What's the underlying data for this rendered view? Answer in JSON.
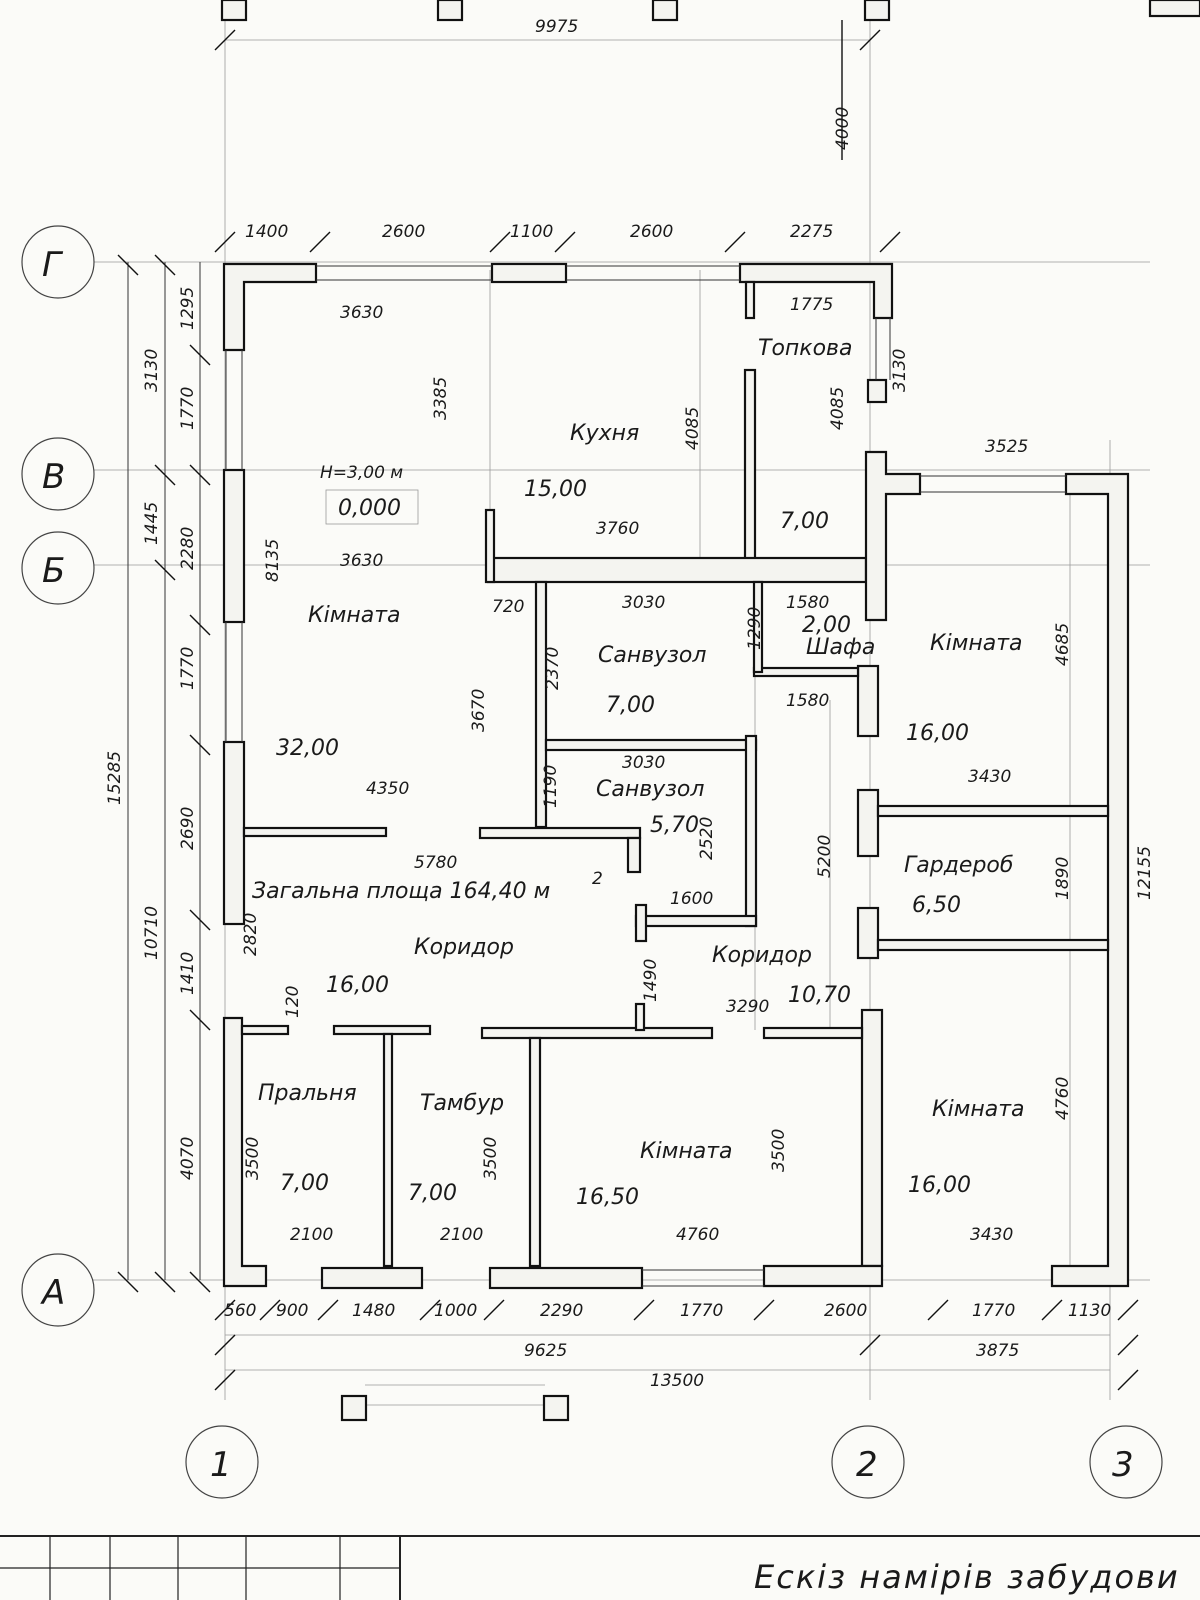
{
  "top": {
    "dim_total": "9975",
    "dim_offset": "4000"
  },
  "top_dims": [
    "1400",
    "2600",
    "1100",
    "2600",
    "2275"
  ],
  "axes": {
    "g": "Г",
    "v": "В",
    "b": "Б",
    "a": "А",
    "n1": "1",
    "n2": "2",
    "n3": "3"
  },
  "left_dims": {
    "d1295": "1295",
    "d3130": "3130",
    "d1770a": "1770",
    "d1445": "1445",
    "d2280": "2280",
    "d1770b": "1770",
    "d2690": "2690",
    "d15285": "15285",
    "d10710": "10710",
    "d1410": "1410",
    "d4070": "4070"
  },
  "rooms": {
    "topkova": {
      "name": "Топкова",
      "area": "7,00"
    },
    "kitchen": {
      "name": "Кухня",
      "area": "15,00"
    },
    "living": {
      "name": "Кімната",
      "area": "32,00"
    },
    "bath1": {
      "name": "Санвузол",
      "area": "7,00"
    },
    "bath2": {
      "name": "Санвузол",
      "area": "5,70"
    },
    "wardrobe_small": {
      "name": "Шафа",
      "area": "2,00"
    },
    "room_ne": {
      "name": "Кімната",
      "area": "16,00"
    },
    "garderob": {
      "name": "Гардероб",
      "area": "6,50"
    },
    "corridor1": {
      "name": "Коридор",
      "area": "16,00"
    },
    "corridor2": {
      "name": "Коридор",
      "area": "10,70"
    },
    "laundry": {
      "name": "Пральня",
      "area": "7,00"
    },
    "vestibule": {
      "name": "Тамбур",
      "area": "7,00"
    },
    "room_s": {
      "name": "Кімната",
      "area": "16,50"
    },
    "room_se": {
      "name": "Кімната",
      "area": "16,00"
    }
  },
  "level": {
    "height": "H=3,00 м",
    "mark": "0,000"
  },
  "total_area": "Загальна площа 164,40 м",
  "total_area_sup": "2",
  "inner_dims": {
    "d3630a": "3630",
    "d1775": "1775",
    "d3385": "3385",
    "d4085a": "4085",
    "d4085b": "4085",
    "d3130r": "3130",
    "d3525": "3525",
    "d3760": "3760",
    "d3630b": "3630",
    "d8135": "8135",
    "d720": "720",
    "d3030a": "3030",
    "d1580a": "1580",
    "d1290": "1290",
    "d2370": "2370",
    "d4685": "4685",
    "d3670": "3670",
    "d1580b": "1580",
    "d3030b": "3030",
    "d4350": "4350",
    "d3430a": "3430",
    "d1190": "1190",
    "d2520": "2520",
    "d5780": "5780",
    "d5200": "5200",
    "d1890": "1890",
    "d12155": "12155",
    "d1600": "1600",
    "d2820": "2820",
    "d120": "120",
    "d1490": "1490",
    "d3290": "3290",
    "d4760r": "4760",
    "d3500a": "3500",
    "d3500b": "3500",
    "d3500c": "3500",
    "d2100a": "2100",
    "d2100b": "2100",
    "d4760b": "4760",
    "d3430b": "3430"
  },
  "bottom_dims": [
    "560",
    "900",
    "1480",
    "1000",
    "2290",
    "1770",
    "2600",
    "1770",
    "1130"
  ],
  "bottom_totals": {
    "d9625": "9625",
    "d3875": "3875",
    "d13500": "13500"
  },
  "stamp_title": "Ескіз намірів забудови"
}
